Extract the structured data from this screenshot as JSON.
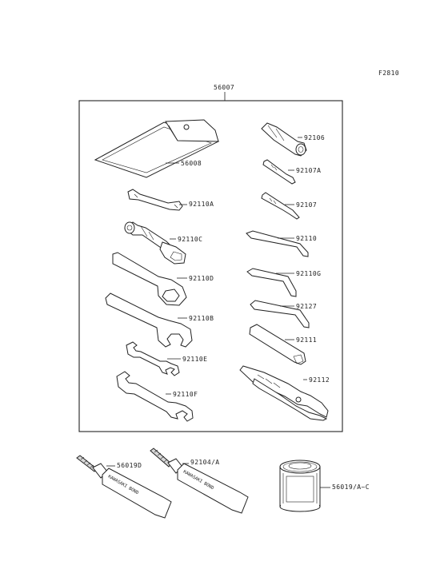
{
  "figure_code": "F2810",
  "kit_part": "56007",
  "parts": [
    {
      "part_no": "56008",
      "icon": "tool-bag-icon"
    },
    {
      "part_no": "92110A",
      "icon": "spanner-bar-icon"
    },
    {
      "part_no": "92110C",
      "icon": "spark-plug-wrench-icon"
    },
    {
      "part_no": "92110D",
      "icon": "ring-wrench-icon"
    },
    {
      "part_no": "92110B",
      "icon": "open-wrench-icon"
    },
    {
      "part_no": "92110E",
      "icon": "double-open-wrench-icon"
    },
    {
      "part_no": "92110F",
      "icon": "double-open-wrench-icon"
    },
    {
      "part_no": "92106",
      "icon": "screwdriver-handle-icon"
    },
    {
      "part_no": "92107A",
      "icon": "screwdriver-bit-flat-icon"
    },
    {
      "part_no": "92107",
      "icon": "screwdriver-bit-phillips-icon"
    },
    {
      "part_no": "92110",
      "icon": "hex-key-icon"
    },
    {
      "part_no": "92110G",
      "icon": "hex-key-icon"
    },
    {
      "part_no": "92127",
      "icon": "hex-key-icon"
    },
    {
      "part_no": "92111",
      "icon": "extension-bar-icon"
    },
    {
      "part_no": "92112",
      "icon": "pliers-icon"
    }
  ],
  "supplies": [
    {
      "part_no": "56019D",
      "icon": "bond-tube-icon",
      "tube_text": "KAWASAKI BOND"
    },
    {
      "part_no": "92104/A",
      "icon": "bond-tube-icon",
      "tube_text": "KAWASAKI BOND"
    },
    {
      "part_no": "56019/A~C",
      "icon": "can-icon"
    }
  ]
}
